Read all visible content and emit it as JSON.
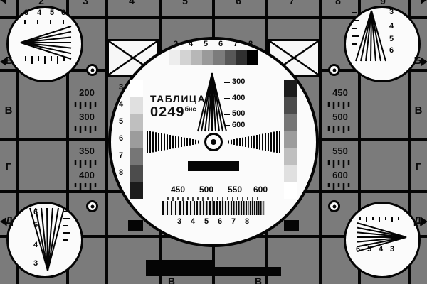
{
  "card": {
    "name_line": "ТАБЛИЦА",
    "number": "0249",
    "suffix": "бнс"
  },
  "edges": {
    "top_digits": [
      "2",
      "3",
      "4",
      "5",
      "6",
      "7",
      "8",
      "9"
    ],
    "bottom_labels": [
      "В",
      "В"
    ],
    "left_rows": [
      "Б",
      "В",
      "Г",
      "Д"
    ],
    "right_rows": [
      "Б",
      "В",
      "Г",
      "Д"
    ]
  },
  "left_panel": [
    "200",
    "300",
    "350",
    "400"
  ],
  "right_panel": [
    "450",
    "500",
    "550",
    "600"
  ],
  "center": {
    "top_scale_digits": [
      "3",
      "4",
      "5",
      "6",
      "7",
      "8"
    ],
    "left_scale_digits": [
      "3",
      "4",
      "5",
      "6",
      "7",
      "8"
    ],
    "wedge_labels": [
      "300",
      "400",
      "500",
      "600"
    ],
    "line_labels": [
      "450",
      "500",
      "550",
      "600"
    ],
    "bottom_scale_digits": [
      "3",
      "4",
      "5",
      "6",
      "7",
      "8"
    ]
  },
  "corners": {
    "top_left_digits": [
      "3",
      "4",
      "5",
      "6"
    ],
    "top_right_digits": [
      "3",
      "4",
      "5",
      "6"
    ],
    "bottom_left_digits": [
      "6",
      "5",
      "4",
      "3"
    ],
    "bottom_right_digits": [
      "6",
      "5",
      "4",
      "3"
    ]
  },
  "colors": {
    "background": "#7b7b7b",
    "grid_line": "#050505",
    "circle_fill": "#fbfbfb"
  },
  "grayscale": {
    "top_ramp": [
      "#ededed",
      "#d3d3d3",
      "#b7b7b7",
      "#9a9a9a",
      "#7c7c7c",
      "#585858",
      "#303030",
      "#000000"
    ],
    "left_ramp": [
      "#ffffff",
      "#e0e0e0",
      "#bfbfbf",
      "#9c9c9c",
      "#767676",
      "#4c4c4c",
      "#1c1c1c"
    ],
    "right_ramp": [
      "#1c1c1c",
      "#4c4c4c",
      "#767676",
      "#9c9c9c",
      "#bfbfbf",
      "#e0e0e0",
      "#ffffff"
    ]
  }
}
